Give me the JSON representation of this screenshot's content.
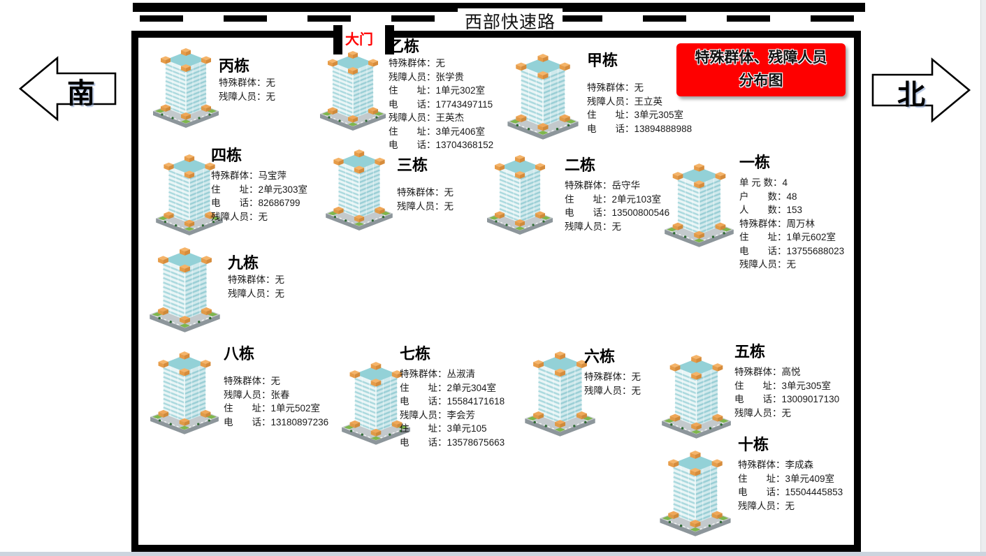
{
  "road": {
    "name": "西部快速路"
  },
  "gate": {
    "label": "大门",
    "color": "#ff0000"
  },
  "compass": {
    "south": "南",
    "north": "北"
  },
  "banner": {
    "line1": "特殊群体、残障人员",
    "line2": "分布图",
    "bg_color": "#fe0000"
  },
  "icon_colors": {
    "roof_teal": "#93d1d7",
    "face_light": "#e9f5f6",
    "face_dark": "#d0e9ec",
    "corner_orange": "#f0a758",
    "base_gray": "#c3c9cc",
    "lawn_green": "#7eb64d"
  },
  "buildings": [
    {
      "name": "丙栋",
      "lines": [
        "特殊群体：无",
        "残障人员：无"
      ]
    },
    {
      "name": "乙栋",
      "lines": [
        "特殊群体：无",
        "残障人员：张学贵",
        "住　　址：1单元302室",
        "电　　话：17743497115",
        "残障人员：王英杰",
        "住　　址：3单元406室",
        "电　　话：13704368152"
      ]
    },
    {
      "name": "甲栋",
      "lines": [
        "特殊群体：无",
        "残障人员：王立英",
        "住　　址：3单元305室",
        "电　　话：13894888988"
      ]
    },
    {
      "name": "四栋",
      "lines": [
        "特殊群体：马宝萍",
        "住　　址：2单元303室",
        "电　　话：82686799",
        "残障人员：无"
      ]
    },
    {
      "name": "三栋",
      "lines": [
        "特殊群体：无",
        "残障人员：无"
      ]
    },
    {
      "name": "二栋",
      "lines": [
        "特殊群体：岳守华",
        "住　　址：2单元103室",
        "电　　话：13500800546",
        "残障人员：无"
      ]
    },
    {
      "name": "一栋",
      "lines": [
        "单 元 数：4",
        "户　　数：48",
        "人　　数：153",
        "特殊群体：周万林",
        "住　　址：1单元602室",
        "电　　话：13755688023",
        "残障人员：无"
      ]
    },
    {
      "name": "九栋",
      "lines": [
        "特殊群体：无",
        "残障人员：无"
      ]
    },
    {
      "name": "八栋",
      "lines": [
        "特殊群体：无",
        "残障人员：张春",
        "住　　址：1单元502室",
        "电　　话：13180897236"
      ]
    },
    {
      "name": "七栋",
      "lines": [
        "特殊群体：丛淑清",
        "住　　址：2单元304室",
        "电　　话：15584171618",
        "残障人员：李会芳",
        "住　　址：3单元105",
        "电　　话：13578675663"
      ]
    },
    {
      "name": "六栋",
      "lines": [
        "特殊群体：无",
        "残障人员：无"
      ]
    },
    {
      "name": "五栋",
      "lines": [
        "特殊群体：高悦",
        "住　　址：3单元305室",
        "电　　话：13009017130",
        "残障人员：无"
      ]
    },
    {
      "name": "十栋",
      "lines": [
        "特殊群体：李成森",
        "住　　址：3单元409室",
        "电　　话：15504445853",
        "残障人员：无"
      ]
    }
  ]
}
